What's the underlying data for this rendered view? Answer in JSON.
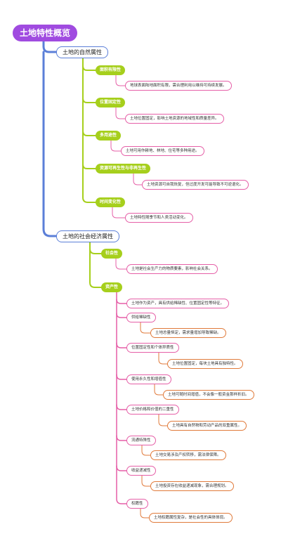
{
  "root": "土地特性概览",
  "natural": {
    "title": "土地的自然属性",
    "items": [
      {
        "label": "面积有限性",
        "desc": "地球表面陆地面积有限，需合理利用以维持可持续发展。"
      },
      {
        "label": "位置固定性",
        "desc": "土地位置固定，影响土地资源的地域性和质量差异。"
      },
      {
        "label": "多用途性",
        "desc": "土地可用作耕地、林地、住宅等多种用途。"
      },
      {
        "label": "资源可再生性与非再生性",
        "desc": "土地资源可自我恢复，但过度开发可能导致不可逆退化。"
      },
      {
        "label": "时间变化性",
        "desc": "土地特性随季节和人类活动变化。"
      }
    ]
  },
  "social": {
    "title": "土地的社会经济属性",
    "society": {
      "label": "社会性",
      "desc": "土地是社会生产力的物质要素，影响社会关系。"
    },
    "asset": {
      "label": "资产性",
      "intro": "土地作为资产，具有供给稀缺性、位置固定性等特征。",
      "items": [
        {
          "label": "供给稀缺性",
          "desc": "土地总量恒定，需求量增加导致稀缺。"
        },
        {
          "label": "位置固定性和个体异质性",
          "desc": "土地位置固定，每块土地具有独特性。"
        },
        {
          "label": "使用永久性和增值性",
          "desc": "土地可随时间增值，不会像一般资金那样折旧。"
        },
        {
          "label": "土地价格和价值的二重性",
          "desc": "土地具有自然物和劳动产品的双重属性。"
        },
        {
          "label": "流通特殊性",
          "desc": "土地交易涉及产权转移，需法律保障。"
        },
        {
          "label": "收益递减性",
          "desc": "土地投资存在收益递减现象，需合理规划。"
        },
        {
          "label": "权籍性",
          "desc": "土地权籍属性复杂，是社会性的具体体现。"
        }
      ]
    }
  },
  "colors": {
    "root": "#a04be0",
    "level1": "#5b7fd8",
    "level2": "#a6cf1c",
    "level3": "#e55fa7",
    "level4": "#e07a3a"
  }
}
